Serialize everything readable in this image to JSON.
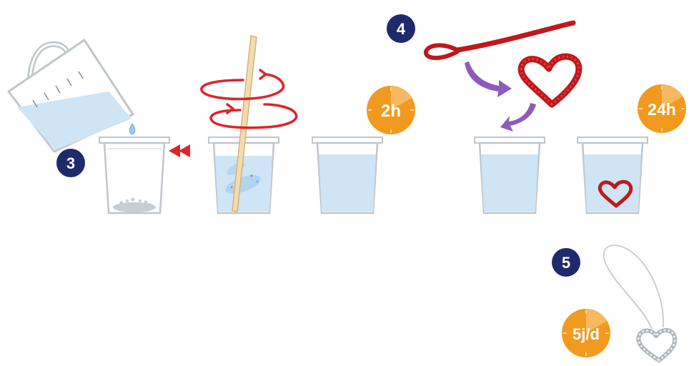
{
  "steps": [
    {
      "number": "3"
    },
    {
      "number": "4"
    },
    {
      "number": "5"
    }
  ],
  "timers": [
    {
      "label": "2h"
    },
    {
      "label": "24h"
    },
    {
      "label": "5j/d"
    }
  ],
  "colors": {
    "step_badge": "#1e2a6b",
    "timer_badge": "#f29a1f",
    "water": "#cfe4f5",
    "pipe_cleaner": "#c0191b",
    "arrow_red": "#e0232a",
    "arrow_purple": "#8e5bbd"
  },
  "icons": {
    "jug": "measuring-jug-icon",
    "cup": "plastic-cup-icon",
    "stir": "stir-stick-icon",
    "heart": "pipe-cleaner-heart-icon",
    "ornament": "crystal-heart-ornament-icon"
  }
}
